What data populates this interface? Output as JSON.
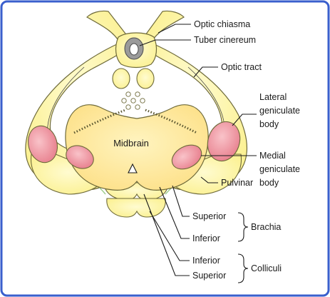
{
  "labels": {
    "optic_chiasma": "Optic chiasma",
    "tuber_cinereum": "Tuber cinereum",
    "optic_tract": "Optic tract",
    "lateral_geniculate_body": [
      "Lateral",
      "geniculate",
      "body"
    ],
    "medial_geniculate_body": [
      "Medial",
      "geniculate",
      "body"
    ],
    "pulvinar": "Pulvinar",
    "brachia_superior": "Superior",
    "brachia_inferior": "Inferior",
    "brachia": "Brachia",
    "colliculi_inferior": "Inferior",
    "colliculi_superior": "Superior",
    "colliculi": "Colliculi",
    "midbrain": "Midbrain"
  },
  "colors": {
    "frame_border": "#3a5fcd",
    "tissue_fill": "#fff6a8",
    "tissue_stroke": "#6e6a3a",
    "geniculate_fill": "#f2a0aa",
    "midbrain_fill": "#fdeaa0",
    "green_line": "#9ccc8a",
    "tuber_fill": "#9a9a9a"
  }
}
